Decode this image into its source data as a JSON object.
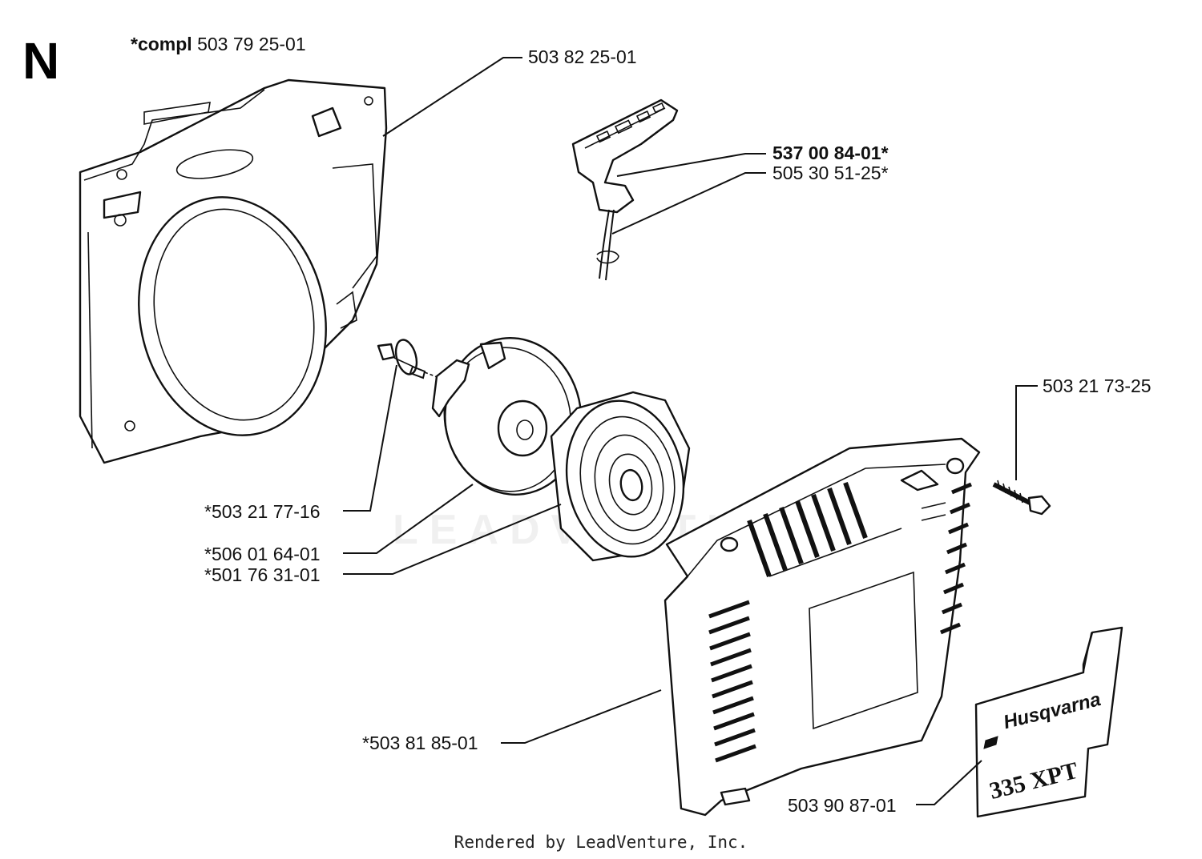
{
  "section_letter": "N",
  "compl": {
    "prefix": "*compl",
    "number": "503 79 25-01"
  },
  "labels": {
    "fan_housing": "503 82 25-01",
    "handle": "537 00 84-01*",
    "starter_cord": "505 30 51-25*",
    "screw": "503 21 73-25",
    "center_screw": "*503 21 77-16",
    "pulley": "*506 01 64-01",
    "spring_cassette": "*501 76 31-01",
    "starter_cover": "*503 81 85-01",
    "decal": "503 90 87-01"
  },
  "decal_text": {
    "brand": "Husqvarna",
    "model": "335 XPT"
  },
  "watermark": "LEADVENTURE",
  "footer": "Rendered by LeadVenture, Inc."
}
